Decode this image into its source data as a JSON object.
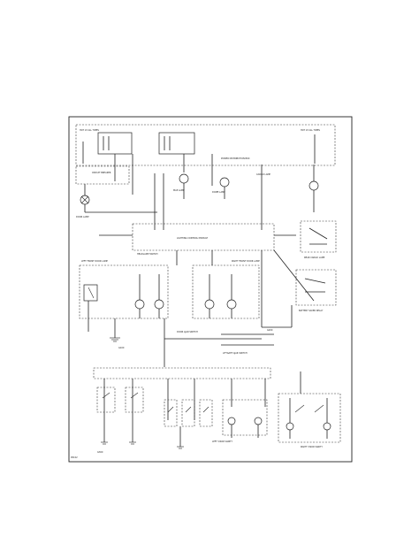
{
  "diagram": {
    "top_left_label": "HOT AT ALL TIMES",
    "top_right_label": "HOT AT ALL TIMES",
    "footer_code": "95102",
    "component_labels": [
      "CIRCUIT BREAKER",
      "DOOR LAMP",
      "POWER DISTRIBUTION BOX",
      "LIGHTING CONTROL MODULE",
      "HEADLAMP SWITCH",
      "LEFT FRONT DOOR LAMP",
      "RIGHT FRONT DOOR LAMP",
      "DOOR AJAR SWITCH",
      "LIFTGATE AJAR SWITCH",
      "CARGO LAMP",
      "MAP LAMP",
      "DOME LAMP",
      "REAR CARGO LAMP",
      "BATTERY SAVER RELAY",
      "LEFT VISOR VANITY",
      "RIGHT VISOR VANITY",
      "G100",
      "G200",
      "G300"
    ]
  }
}
